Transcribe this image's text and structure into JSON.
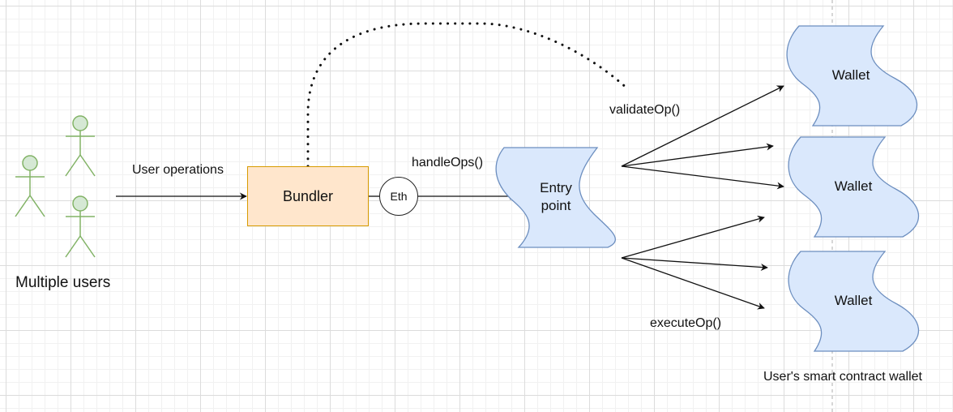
{
  "diagram": {
    "users": {
      "label": "Multiple users",
      "actor_count": 3,
      "actor_color": "#82b366",
      "actor_fill": "#d5e8d4"
    },
    "edges": {
      "user_operations": "User operations",
      "handle_ops": "handleOps()",
      "validate_op": "validateOp()",
      "execute_op": "executeOp()"
    },
    "bundler": {
      "label": "Bundler",
      "fill": "#ffe6cc",
      "stroke": "#d79b00"
    },
    "eth": {
      "label": "Eth"
    },
    "entry_point": {
      "label_line1": "Entry",
      "label_line2": "point",
      "fill": "#dae8fc",
      "stroke": "#6c8ebf"
    },
    "wallets": [
      {
        "label": "Wallet"
      },
      {
        "label": "Wallet"
      },
      {
        "label": "Wallet"
      }
    ],
    "wallet_group_label": "User's smart contract wallet"
  }
}
